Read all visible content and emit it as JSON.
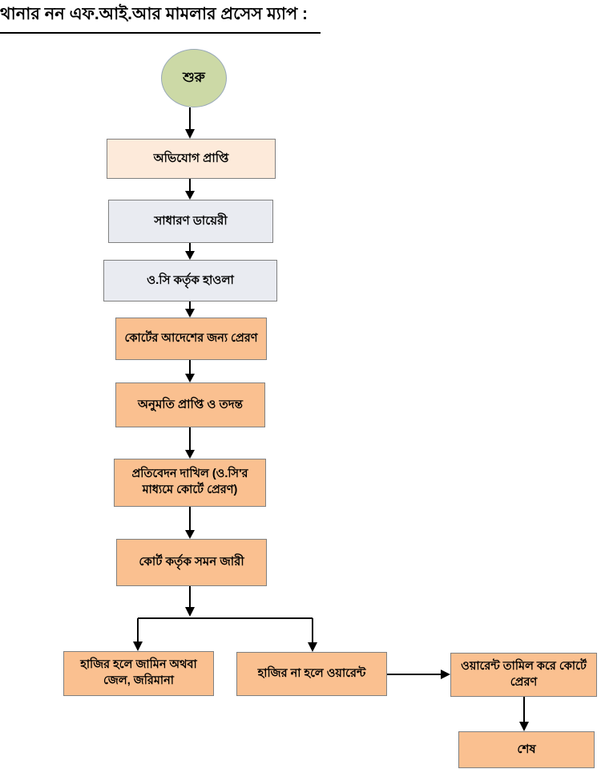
{
  "title": "থানার নন এফ.আই.আর মামলার প্রসেস ম্যাপ  :",
  "colors": {
    "start_fill": "#ccd9a6",
    "start_border": "#97a7b8",
    "complaint_fill": "#fdeada",
    "neutral_fill": "#e9ebf1",
    "process_fill": "#fac090",
    "box_border": "#808080",
    "connector": "#000000"
  },
  "nodes": {
    "start": {
      "label": "শুরু",
      "fill": "#ccd9a6"
    },
    "complaint": {
      "label": "অভিযোগ প্রাপ্তি",
      "fill": "#fdeada"
    },
    "general_diary": {
      "label": "সাধারণ ডায়েরী",
      "fill": "#e9ebf1"
    },
    "oc_handover": {
      "label": "ও.সি কর্তৃক হাওলা",
      "fill": "#e9ebf1"
    },
    "send_for_court_order": {
      "label": "কোর্টের আদেশের জন্য প্রেরণ",
      "fill": "#fac090"
    },
    "permission_investigation": {
      "label": "অনুমতি প্রাপ্তি ও তদন্ত",
      "fill": "#fac090"
    },
    "report_submission": {
      "label": "প্রতিবেদন দাখিল (ও.সি'র মাধ্যমে কোর্টে প্রেরণ)",
      "fill": "#fac090"
    },
    "summons_issued": {
      "label": "কোর্ট কর্তৃক সমন জারী",
      "fill": "#fac090"
    },
    "appear_bail": {
      "label": "হাজির হলে জামিন অথবা জেল, জরিমানা",
      "fill": "#fac090"
    },
    "not_appear_warrant": {
      "label": "হাজির না হলে ওয়ারেন্ট",
      "fill": "#fac090"
    },
    "warrant_executed": {
      "label": "ওয়ারেন্ট তামিল করে কোর্টে প্রেরণ",
      "fill": "#fac090"
    },
    "end": {
      "label": "শেষ",
      "fill": "#fac090"
    }
  }
}
